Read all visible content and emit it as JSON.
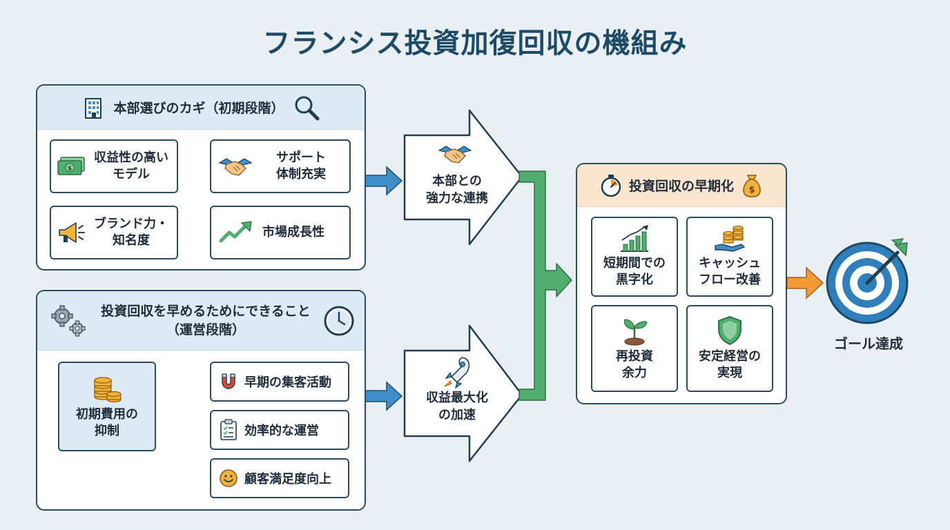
{
  "title": "フランシス投資加復回収の機組み",
  "panel_top": {
    "heading": "本部選びのカギ（初期段階）",
    "boxes": [
      {
        "line1": "収益性の高い",
        "line2": "モデル"
      },
      {
        "line1": "サポート",
        "line2": "体制充実"
      },
      {
        "line1": "ブランド力・",
        "line2": "知名度"
      },
      {
        "line1": "市場成長性",
        "line2": ""
      }
    ]
  },
  "panel_bottom": {
    "heading_line1": "投資回収を早めるためにできること",
    "heading_line2": "（運営段階）",
    "source": {
      "line1": "初期費用の",
      "line2": "抑制"
    },
    "items": [
      "早期の集客活動",
      "効率的な運営",
      "顧客満足度向上"
    ]
  },
  "arrow_top": {
    "line1": "本部との",
    "line2": "強力な連携"
  },
  "arrow_bottom": {
    "line1": "収益最大化",
    "line2": "の加速"
  },
  "panel_right": {
    "heading": "投資回収の早期化",
    "boxes": [
      {
        "line1": "短期間での",
        "line2": "黒字化"
      },
      {
        "line1": "キャッシュ",
        "line2": "フロー改善"
      },
      {
        "line1": "再投資",
        "line2": "余力"
      },
      {
        "line1": "安定経営の",
        "line2": "実現"
      }
    ]
  },
  "goal": "ゴール達成",
  "colors": {
    "accent_blue": "#3d8ec9",
    "accent_green": "#4fae6e",
    "accent_orange": "#f29a3a",
    "dark": "#2a4a5e"
  },
  "icons": [
    "building-icon",
    "magnifier-icon",
    "money-icon",
    "handshake-icon",
    "megaphone-icon",
    "trend-up-icon",
    "gears-icon",
    "clock-icon",
    "coins-icon",
    "magnet-icon",
    "checklist-icon",
    "smiley-icon",
    "rocket-icon",
    "stopwatch-icon",
    "money-bag-icon",
    "bar-chart-icon",
    "hand-coins-icon",
    "sprout-icon",
    "shield-icon",
    "target-icon"
  ]
}
